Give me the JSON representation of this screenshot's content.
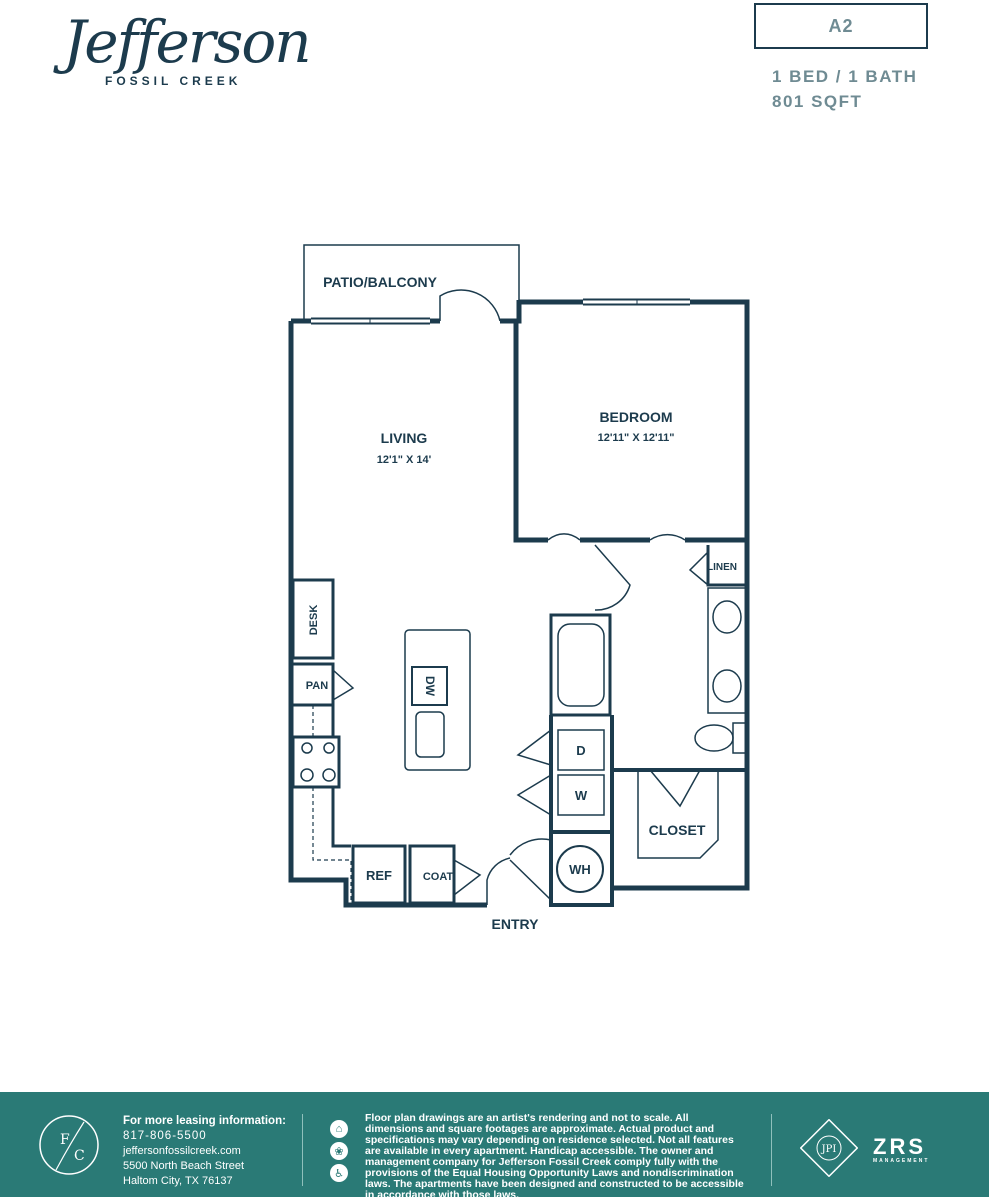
{
  "header": {
    "logo_script": "Jefferson",
    "logo_sub": "FOSSIL CREEK",
    "unit_code": "A2",
    "unit_beds": "1 BED / 1 BATH",
    "unit_size": "801 SQFT"
  },
  "plan": {
    "patio": "PATIO/BALCONY",
    "living": "LIVING",
    "living_dim": "12'1\" X 14'",
    "bedroom": "BEDROOM",
    "bedroom_dim": "12'11\" X 12'11\"",
    "linen": "LINEN",
    "desk": "DESK",
    "pan": "PAN",
    "dw": "DW",
    "d": "D",
    "w": "W",
    "closet": "CLOSET",
    "ref": "REF",
    "coat": "COAT",
    "wh": "WH",
    "entry": "ENTRY"
  },
  "footer": {
    "fc_f": "F",
    "fc_c": "C",
    "leasing_heading": "For more leasing information:",
    "phone": "817-806-5500",
    "website": "jeffersonfossilcreek.com",
    "address1": "5500 North Beach Street",
    "address2": "Haltom City, TX 76137",
    "disclaimer": "Floor plan drawings are an artist's rendering and not to scale. All dimensions and square footages are approximate. Actual product and specifications may vary depending on residence selected. Not all features are available in every apartment. Handicap accessible. The owner and management company for Jefferson Fossil Creek comply fully with the provisions of the Equal Housing Opportunity Laws and nondiscrimination laws. The apartments have been designed and constructed to be accessible in accordance with those laws.",
    "jpi": "JPI",
    "zrs": "ZRS",
    "zrs_sub": "MANAGEMENT",
    "icons": [
      "equal-housing-icon",
      "pet-icon",
      "accessible-icon"
    ]
  }
}
